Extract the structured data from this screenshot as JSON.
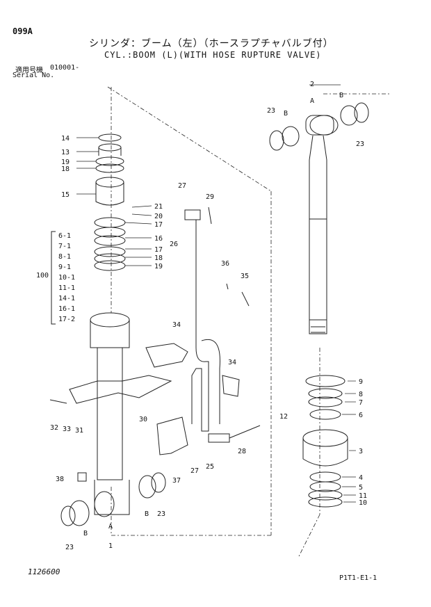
{
  "header": {
    "code": "099A",
    "title_jp": "シリンダ：ブーム（左）（ホースラプチャバルブ付）",
    "title_en": "CYL.:BOOM (L)(WITH HOSE RUPTURE VALVE)",
    "serial_label_jp": "適用号機",
    "serial_value": "010001-",
    "serial_label_en": "Serial No."
  },
  "footer": {
    "figure_number": "1126600",
    "page_ref": "P1T1-E1-1"
  },
  "callouts": {
    "c1": "1",
    "c2": "2",
    "c3": "3",
    "c4": "4",
    "c5": "5",
    "c6": "6",
    "c7": "7",
    "c8": "8",
    "c9": "9",
    "c10": "10",
    "c11": "11",
    "c12": "12",
    "c13": "13",
    "c14": "14",
    "c15": "15",
    "c16": "16",
    "c17a": "17",
    "c17b": "17",
    "c18a": "18",
    "c18b": "18",
    "c19a": "19",
    "c19b": "19",
    "c20": "20",
    "c21": "21",
    "c23a": "23",
    "c23b": "23",
    "c23c": "23",
    "c23d": "23",
    "c25": "25",
    "c26": "26",
    "c27a": "27",
    "c27b": "27",
    "c28": "28",
    "c29": "29",
    "c30": "30",
    "c31": "31",
    "c32": "32",
    "c33": "33",
    "c34a": "34",
    "c34b": "34",
    "c35": "35",
    "c36": "36",
    "c37": "37",
    "c38": "38",
    "c100": "100",
    "kitA_top": "A",
    "kitB_top1": "B",
    "kitB_top2": "B",
    "kitA_bot": "A",
    "kitB_bot1": "B",
    "kitB_bot2": "B"
  },
  "kit_list": [
    "6-1",
    "7-1",
    "8-1",
    "9-1",
    "10-1",
    "11-1",
    "14-1",
    "16-1",
    "17-2"
  ]
}
